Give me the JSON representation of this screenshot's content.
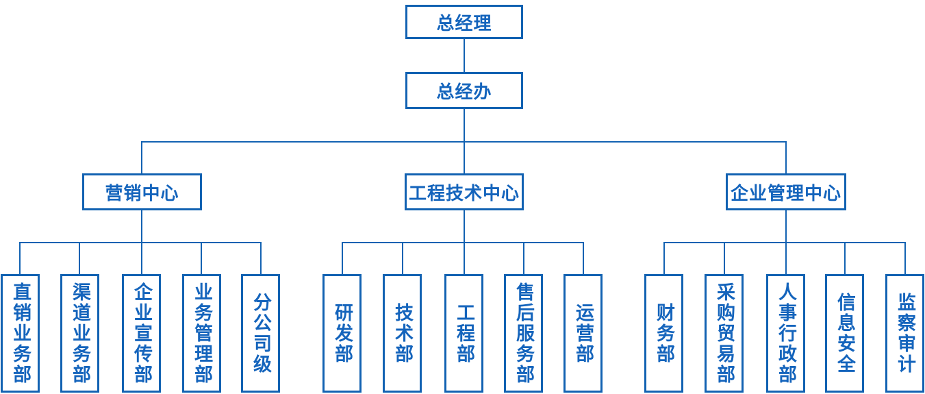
{
  "colors": {
    "line": "#1262b2",
    "text": "#1464bc",
    "background": "#ffffff"
  },
  "org": {
    "root": {
      "label": "总经理"
    },
    "office": {
      "label": "总经办"
    },
    "centers": [
      {
        "label": "营销中心",
        "children": [
          "直销业务部",
          "渠道业务部",
          "企业宣传部",
          "业务管理部",
          "分公司级"
        ]
      },
      {
        "label": "工程技术中心",
        "children": [
          "研发部",
          "技术部",
          "工程部",
          "售后服务部",
          "运营部"
        ]
      },
      {
        "label": "企业管理中心",
        "children": [
          "财务部",
          "采购贸易部",
          "人事行政部",
          "信息安全",
          "监察审计"
        ]
      }
    ]
  }
}
